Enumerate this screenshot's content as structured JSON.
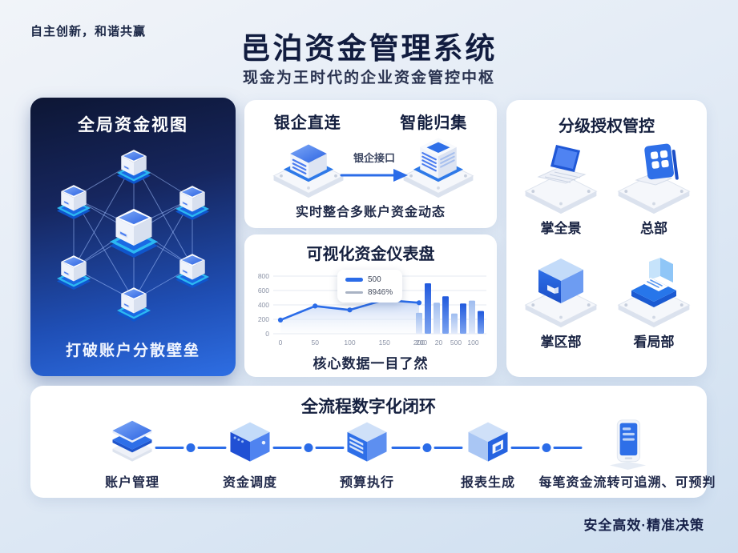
{
  "page": {
    "slogan": "自主创新，和谐共赢",
    "title": "邑泊资金管理系统",
    "subtitle": "现金为王时代的企业资金管控中枢",
    "footer": "安全高效·精准决策"
  },
  "global_view": {
    "title": "全局资金视图",
    "caption": "打破账户分散壁垒"
  },
  "bank_link": {
    "left_title": "银企直连",
    "right_title": "智能归集",
    "arrow_label": "银企接口",
    "caption": "实时整合多账户资金动态"
  },
  "dashboard": {
    "caption": "核心数据一目了然"
  },
  "authorization": {
    "title": "分级授权管控",
    "items": [
      {
        "label": "掌全景",
        "icon": "laptop-icon"
      },
      {
        "label": "总部",
        "icon": "tablet-grid-icon"
      },
      {
        "label": "掌区部",
        "icon": "cube-icon"
      },
      {
        "label": "看局部",
        "icon": "printer-icon"
      }
    ]
  },
  "process": {
    "title": "全流程数字化闭环",
    "steps": [
      {
        "label": "账户管理",
        "icon": "layers-icon"
      },
      {
        "label": "资金调度",
        "icon": "server-cube-icon"
      },
      {
        "label": "预算执行",
        "icon": "budget-server-icon"
      },
      {
        "label": "报表生成",
        "icon": "report-cube-icon"
      },
      {
        "label": "每笔资金流转可追溯、可预判",
        "icon": "phone-icon"
      }
    ]
  },
  "colors": {
    "accent_blue": "#2b6ce8",
    "navy_panel_top": "#0d1634",
    "blue_panel_bottom": "#2e6ee3",
    "cyan_platform": "#2cb8f2",
    "legend_gray": "#a9b3c4"
  },
  "chart_data": {
    "type": "line+bar",
    "title": "可视化资金仪表盘",
    "ylim": [
      0,
      800
    ],
    "yticks": [
      0,
      200,
      400,
      600,
      800
    ],
    "grid": true,
    "line": {
      "x": [
        0,
        50,
        100,
        150,
        200
      ],
      "y": [
        190,
        385,
        330,
        470,
        430
      ]
    },
    "bars": {
      "values": [
        290,
        700,
        430,
        520,
        280,
        420,
        460,
        315
      ],
      "labels": [
        "200",
        "20",
        "500",
        "100"
      ]
    },
    "legend": [
      {
        "label": "500",
        "color": "#2b6ce8"
      },
      {
        "label": "8946%",
        "color": "#a9b3c4"
      }
    ],
    "legend_position": "top-center-overlay"
  }
}
